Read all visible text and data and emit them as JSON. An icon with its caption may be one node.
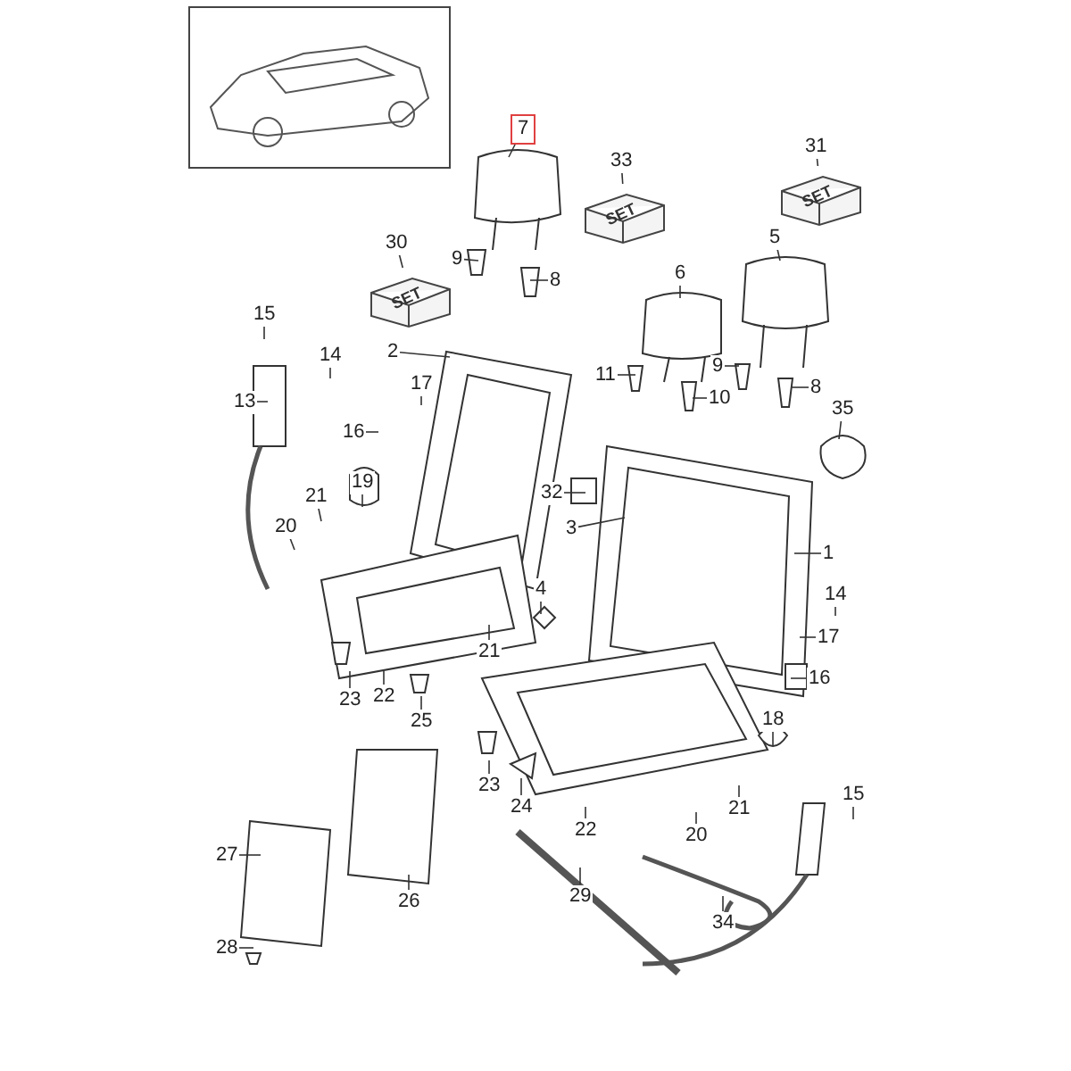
{
  "diagram": {
    "nodes": [
      {
        "text": [
          "7"
        ]
      },
      {
        "text": [
          "33"
        ]
      },
      {
        "text": [
          "SET"
        ]
      },
      {
        "text": [
          "31"
        ]
      },
      {
        "text": [
          "SET"
        ]
      },
      {
        "text": [
          "30"
        ]
      },
      {
        "text": [
          "SET"
        ]
      },
      {
        "text": [
          "9"
        ]
      },
      {
        "text": [
          "8"
        ]
      },
      {
        "text": [
          "6"
        ]
      },
      {
        "text": [
          "5"
        ]
      },
      {
        "text": [
          "15"
        ]
      },
      {
        "text": [
          "14"
        ]
      },
      {
        "text": [
          "2"
        ]
      },
      {
        "text": [
          "17"
        ]
      },
      {
        "text": [
          "11"
        ]
      },
      {
        "text": [
          "9"
        ]
      },
      {
        "text": [
          "10"
        ]
      },
      {
        "text": [
          "8"
        ]
      },
      {
        "text": [
          "13"
        ]
      },
      {
        "text": [
          "35"
        ]
      },
      {
        "text": [
          "16"
        ]
      },
      {
        "text": [
          "19"
        ]
      },
      {
        "text": [
          "32"
        ]
      },
      {
        "text": [
          "21"
        ]
      },
      {
        "text": [
          "20"
        ]
      },
      {
        "text": [
          "3"
        ]
      },
      {
        "text": [
          "1"
        ]
      },
      {
        "text": [
          "4"
        ]
      },
      {
        "text": [
          "14"
        ]
      },
      {
        "text": [
          "17"
        ]
      },
      {
        "text": [
          "21"
        ]
      },
      {
        "text": [
          "16"
        ]
      },
      {
        "text": [
          "22"
        ]
      },
      {
        "text": [
          "23"
        ]
      },
      {
        "text": [
          "25"
        ]
      },
      {
        "text": [
          "18"
        ]
      },
      {
        "text": [
          "23"
        ]
      },
      {
        "text": [
          "15"
        ]
      },
      {
        "text": [
          "24"
        ]
      },
      {
        "text": [
          "21"
        ]
      },
      {
        "text": [
          "22"
        ]
      },
      {
        "text": [
          "20"
        ]
      },
      {
        "text": [
          "27"
        ]
      },
      {
        "text": [
          "29"
        ]
      },
      {
        "text": [
          "26"
        ]
      },
      {
        "text": [
          "34"
        ]
      },
      {
        "text": [
          "28"
        ]
      }
    ],
    "edges": [
      {
        "from": 0,
        "to": null,
        "arrow": "none"
      },
      {
        "from": 1,
        "to": 2,
        "arrow": "none"
      },
      {
        "from": 3,
        "to": 4,
        "arrow": "none"
      },
      {
        "from": 5,
        "to": 6,
        "arrow": "none"
      },
      {
        "from": 7,
        "to": null,
        "arrow": "none"
      },
      {
        "from": 8,
        "to": null,
        "arrow": "none"
      },
      {
        "from": 9,
        "to": null,
        "arrow": "none"
      },
      {
        "from": 10,
        "to": null,
        "arrow": "none"
      },
      {
        "from": 11,
        "to": null,
        "arrow": "none"
      },
      {
        "from": 12,
        "to": null,
        "arrow": "none"
      },
      {
        "from": 13,
        "to": null,
        "arrow": "none"
      },
      {
        "from": 14,
        "to": null,
        "arrow": "none"
      },
      {
        "from": 15,
        "to": null,
        "arrow": "none"
      },
      {
        "from": 16,
        "to": null,
        "arrow": "none"
      },
      {
        "from": 17,
        "to": null,
        "arrow": "none"
      },
      {
        "from": 18,
        "to": null,
        "arrow": "none"
      },
      {
        "from": 19,
        "to": null,
        "arrow": "none"
      },
      {
        "from": 20,
        "to": null,
        "arrow": "none"
      },
      {
        "from": 21,
        "to": null,
        "arrow": "none"
      },
      {
        "from": 22,
        "to": null,
        "arrow": "none"
      },
      {
        "from": 23,
        "to": null,
        "arrow": "none"
      },
      {
        "from": 24,
        "to": null,
        "arrow": "none"
      },
      {
        "from": 25,
        "to": null,
        "arrow": "none"
      },
      {
        "from": 26,
        "to": null,
        "arrow": "none"
      },
      {
        "from": 27,
        "to": null,
        "arrow": "none"
      },
      {
        "from": 28,
        "to": null,
        "arrow": "none"
      },
      {
        "from": 29,
        "to": null,
        "arrow": "none"
      },
      {
        "from": 30,
        "to": null,
        "arrow": "none"
      },
      {
        "from": 31,
        "to": null,
        "arrow": "none"
      },
      {
        "from": 32,
        "to": null,
        "arrow": "none"
      },
      {
        "from": 33,
        "to": null,
        "arrow": "none"
      },
      {
        "from": 34,
        "to": null,
        "arrow": "none"
      },
      {
        "from": 35,
        "to": null,
        "arrow": "none"
      },
      {
        "from": 36,
        "to": null,
        "arrow": "none"
      },
      {
        "from": 37,
        "to": null,
        "arrow": "none"
      },
      {
        "from": 38,
        "to": null,
        "arrow": "none"
      },
      {
        "from": 39,
        "to": null,
        "arrow": "none"
      },
      {
        "from": 40,
        "to": null,
        "arrow": "none"
      },
      {
        "from": 41,
        "to": null,
        "arrow": "none"
      },
      {
        "from": 42,
        "to": null,
        "arrow": "none"
      },
      {
        "from": 43,
        "to": null,
        "arrow": "none"
      },
      {
        "from": 44,
        "to": null,
        "arrow": "none"
      },
      {
        "from": 45,
        "to": null,
        "arrow": "none"
      },
      {
        "from": 46,
        "to": null,
        "arrow": "none"
      },
      {
        "from": 47,
        "to": null,
        "arrow": "none"
      }
    ]
  }
}
